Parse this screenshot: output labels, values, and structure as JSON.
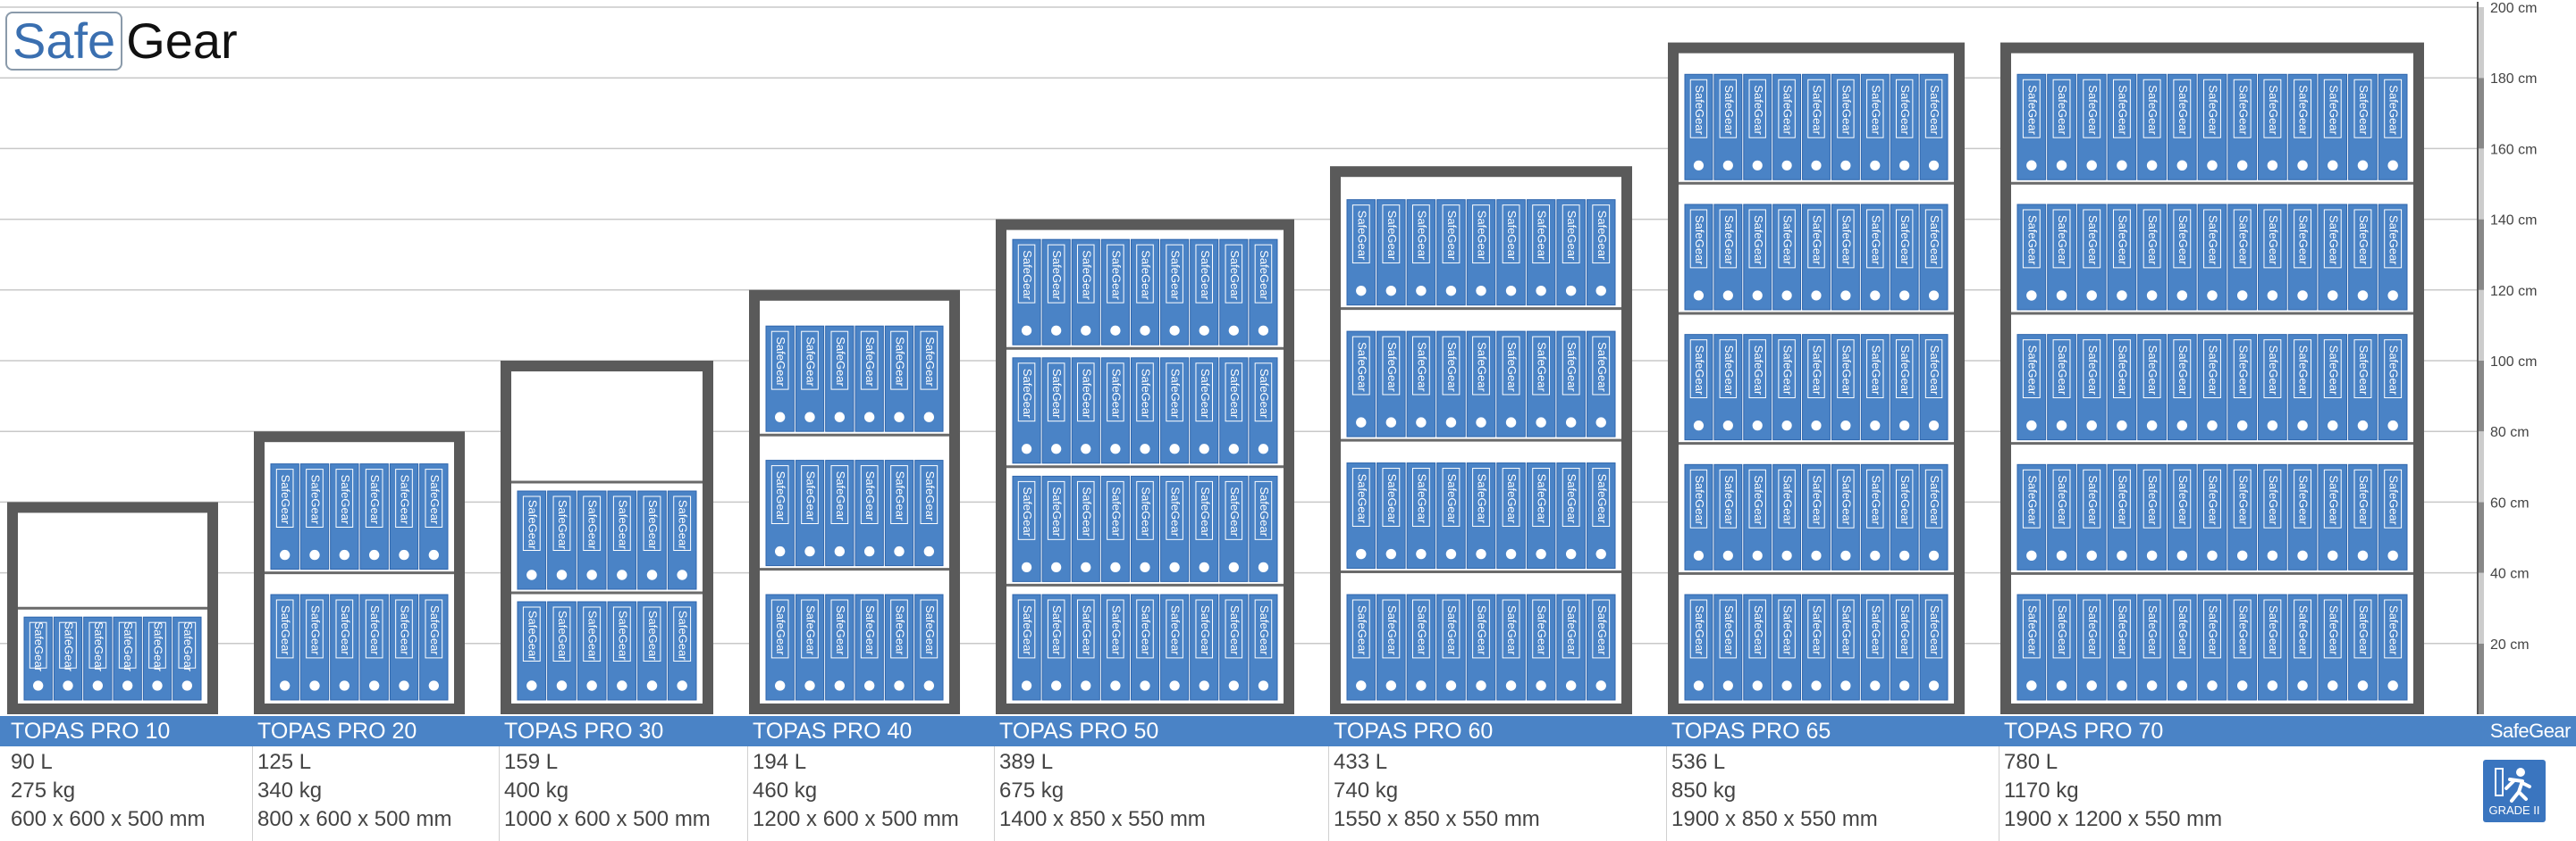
{
  "brand": {
    "logo_boxed": "Safe",
    "logo_rest": "Gear",
    "bar_logo": "SafeGear",
    "binder_label": "SafeGear"
  },
  "colors": {
    "cabinet": "#5a5a5a",
    "binder": "#4a83c6",
    "binder_dark": "#2f66ad",
    "bar": "#4a83c6",
    "grid": "#c8c8c8",
    "axis": "#555555"
  },
  "icons": {
    "grade": "running-person-icon"
  },
  "axis": {
    "unit": "cm",
    "ticks": [
      {
        "value": 20,
        "label": "20 cm"
      },
      {
        "value": 40,
        "label": "40 cm"
      },
      {
        "value": 60,
        "label": "60 cm"
      },
      {
        "value": 80,
        "label": "80 cm"
      },
      {
        "value": 100,
        "label": "100 cm"
      },
      {
        "value": 120,
        "label": "120 cm"
      },
      {
        "value": 140,
        "label": "140 cm"
      },
      {
        "value": 160,
        "label": "160 cm"
      },
      {
        "value": 180,
        "label": "180 cm"
      },
      {
        "value": 200,
        "label": "200 cm"
      }
    ]
  },
  "grade_badge": {
    "label": "GRADE II"
  },
  "models": [
    {
      "name": "TOPAS PRO 10",
      "volume": "90 L",
      "weight": "275 kg",
      "dimensions": "600 x 600 x 500 mm",
      "height_cm": 60,
      "shelves": 2,
      "filled_shelves": 1,
      "binders_per_shelf": 6
    },
    {
      "name": "TOPAS PRO 20",
      "volume": "125 L",
      "weight": "340 kg",
      "dimensions": "800 x 600 x 500 mm",
      "height_cm": 80,
      "shelves": 2,
      "filled_shelves": 2,
      "binders_per_shelf": 6
    },
    {
      "name": "TOPAS PRO 30",
      "volume": "159 L",
      "weight": "400 kg",
      "dimensions": "1000 x 600 x 500 mm",
      "height_cm": 100,
      "shelves": 3,
      "filled_shelves": 2,
      "binders_per_shelf": 6
    },
    {
      "name": "TOPAS PRO 40",
      "volume": "194 L",
      "weight": "460 kg",
      "dimensions": "1200 x 600 x 500 mm",
      "height_cm": 120,
      "shelves": 3,
      "filled_shelves": 3,
      "binders_per_shelf": 6
    },
    {
      "name": "TOPAS PRO 50",
      "volume": "389 L",
      "weight": "675 kg",
      "dimensions": "1400 x 850 x 550 mm",
      "height_cm": 140,
      "shelves": 4,
      "filled_shelves": 4,
      "binders_per_shelf": 9
    },
    {
      "name": "TOPAS PRO 60",
      "volume": "433 L",
      "weight": "740 kg",
      "dimensions": "1550 x 850 x 550 mm",
      "height_cm": 155,
      "shelves": 4,
      "filled_shelves": 4,
      "binders_per_shelf": 9
    },
    {
      "name": "TOPAS PRO 65",
      "volume": "536 L",
      "weight": "850 kg",
      "dimensions": "1900 x 850 x 550 mm",
      "height_cm": 190,
      "shelves": 5,
      "filled_shelves": 5,
      "binders_per_shelf": 9
    },
    {
      "name": "TOPAS PRO 70",
      "volume": "780 L",
      "weight": "1170 kg",
      "dimensions": "1900 x 1200 x 550 mm",
      "height_cm": 190,
      "shelves": 5,
      "filled_shelves": 5,
      "binders_per_shelf": 13
    }
  ]
}
